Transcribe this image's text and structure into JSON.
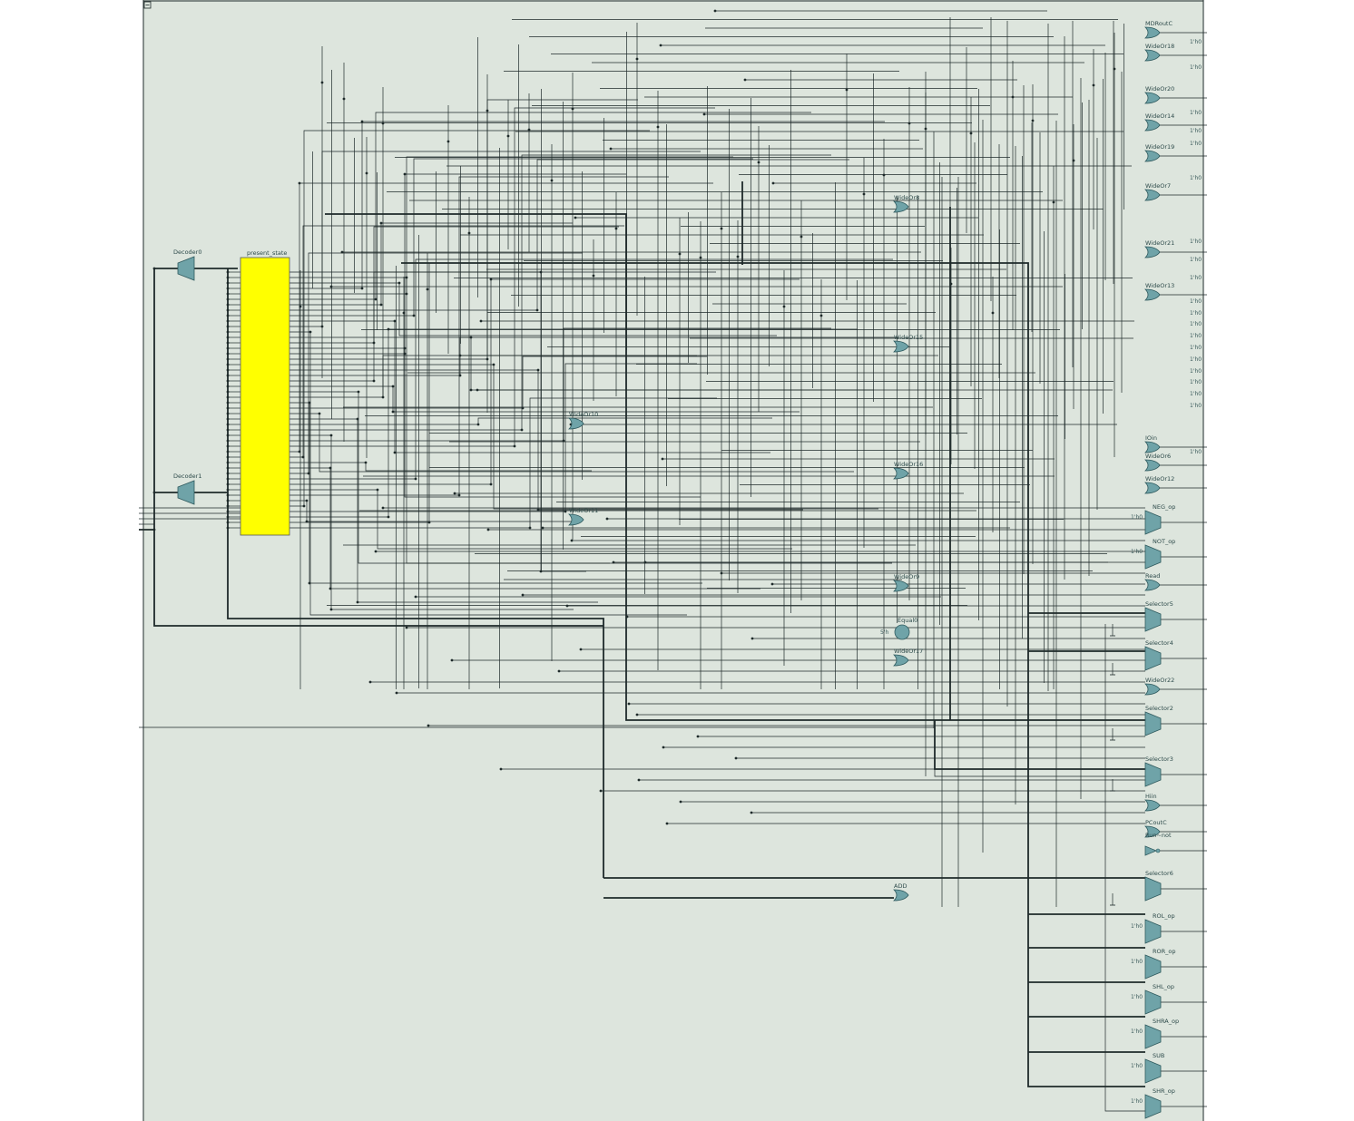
{
  "colors": {
    "background": "#dde5dd",
    "wire": "#1e2a2a",
    "gate_fill": "#6fa3a8",
    "gate_stroke": "#2f5a5e",
    "state_block": "#ffff00",
    "frame": "#1e2a2a"
  },
  "corner_icon": "collapse-square-icon",
  "state_register": {
    "label": "present_state"
  },
  "decoders": [
    "Decoder0",
    "Decoder1"
  ],
  "mid_gates": [
    "WideOr10",
    "WideOr11"
  ],
  "center_gates": [
    "WideOr8",
    "WideOr15",
    "WideOr16",
    "WideOr9",
    "Equal0",
    "WideOr17",
    "ADD"
  ],
  "equal_const": "5'h",
  "right_gates": [
    "MDRoutC",
    "WideOr18",
    "WideOr20",
    "WideOr14",
    "WideOr19",
    "WideOr7",
    "WideOr21",
    "WideOr13",
    "IOin",
    "WideOr6",
    "WideOr12"
  ],
  "muxes": [
    {
      "name": "NEG_op",
      "const": "1'h0"
    },
    {
      "name": "NOT_op",
      "const": "1'h0"
    },
    {
      "name": "Read",
      "const": ""
    },
    {
      "name": "Selector5",
      "const": ""
    },
    {
      "name": "Selector4",
      "const": ""
    },
    {
      "name": "WideOr22",
      "const": ""
    },
    {
      "name": "Selector2",
      "const": ""
    },
    {
      "name": "Selector3",
      "const": ""
    },
    {
      "name": "Hiin",
      "const": ""
    },
    {
      "name": "PCoutC",
      "const": ""
    },
    {
      "name": "Run~not",
      "const": ""
    },
    {
      "name": "Selector6",
      "const": ""
    },
    {
      "name": "ROL_op",
      "const": "1'h0"
    },
    {
      "name": "ROR_op",
      "const": "1'h0"
    },
    {
      "name": "SHL_op",
      "const": "1'h0"
    },
    {
      "name": "SHRA_op",
      "const": "1'h0"
    },
    {
      "name": "SUB",
      "const": "1'h0"
    },
    {
      "name": "SHR_op",
      "const": "1'h0"
    }
  ],
  "right_edge_consts": [
    "1'h0",
    "1'h0",
    "1'h0",
    "1'h0",
    "1'h0",
    "1'h0",
    "1'h0",
    "1'h0",
    "1'h0",
    "1'h0",
    "1'h0",
    "1'h0",
    "1'h0",
    "1'h0",
    "1'h0",
    "1'h0",
    "1'h0",
    "1'h0",
    "1'h0",
    "1'h0"
  ]
}
